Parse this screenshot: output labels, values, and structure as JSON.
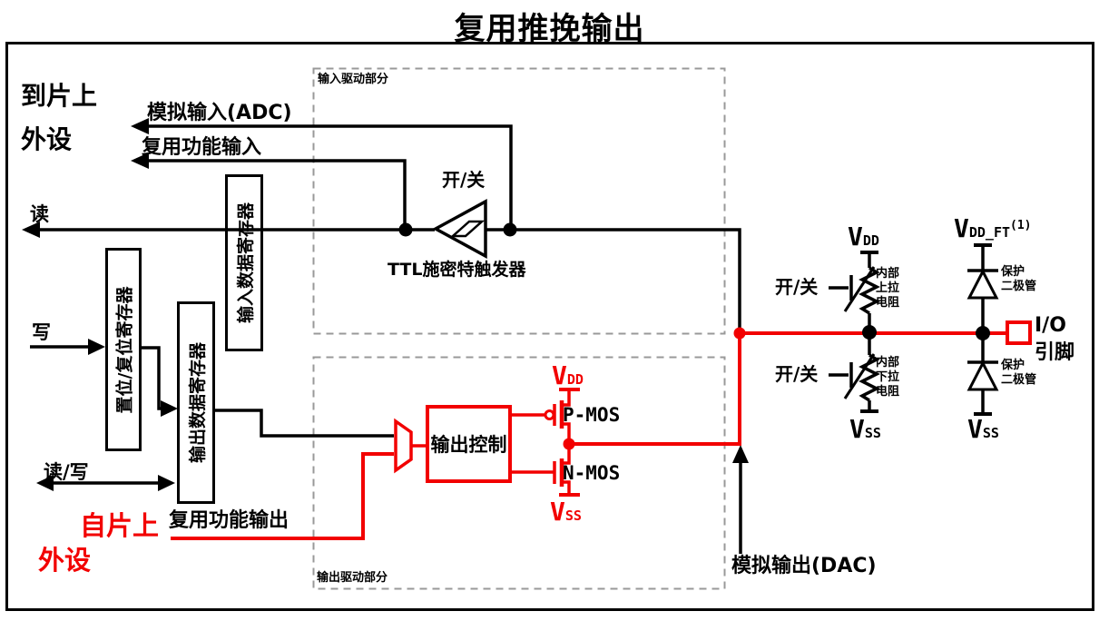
{
  "title": "复用推挽输出",
  "colors": {
    "wire_red": "#f20000",
    "wire_black": "#000000",
    "section_border_gray": "#999999"
  },
  "sections": {
    "input_driver": "输入驱动部分",
    "output_driver": "输出驱动部分"
  },
  "peripherals": {
    "to_line1": "到片上",
    "to_line2": "外设",
    "from_line1": "自片上",
    "from_line2": "外设"
  },
  "bus_labels": {
    "read": "读",
    "write": "写",
    "read_write": "读/写"
  },
  "signals": {
    "analog_input": "模拟输入(ADC)",
    "af_input": "复用功能输入",
    "af_output": "复用功能输出",
    "analog_output": "模拟输出(DAC)"
  },
  "registers": {
    "input_data": "输入数据寄存器",
    "set_reset": "置位/复位寄存器",
    "output_data": "输出数据寄存器"
  },
  "schmitt": {
    "on_off": "开/关",
    "name": "TTL施密特触发器"
  },
  "output_stage": {
    "control": "输出控制",
    "pmos": "P-MOS",
    "nmos": "N-MOS",
    "vdd": {
      "v": "V",
      "sub": "DD"
    },
    "vss": {
      "v": "V",
      "sub": "SS"
    }
  },
  "pull_network": {
    "on_off_up": "开/关",
    "on_off_down": "开/关",
    "vdd": {
      "v": "V",
      "sub": "DD"
    },
    "vss": {
      "v": "V",
      "sub": "SS"
    },
    "pullup": "内部\n上拉\n电阻",
    "pulldown": "内部\n下拉\n电阻"
  },
  "protection": {
    "vdd_ft": {
      "v": "V",
      "sub": "DD_FT",
      "sup": "(1)"
    },
    "vss": {
      "v": "V",
      "sub": "SS"
    },
    "diode_upper": "保护\n二极管",
    "diode_lower": "保护\n二极管",
    "io_pin": "I/O\n引脚"
  }
}
